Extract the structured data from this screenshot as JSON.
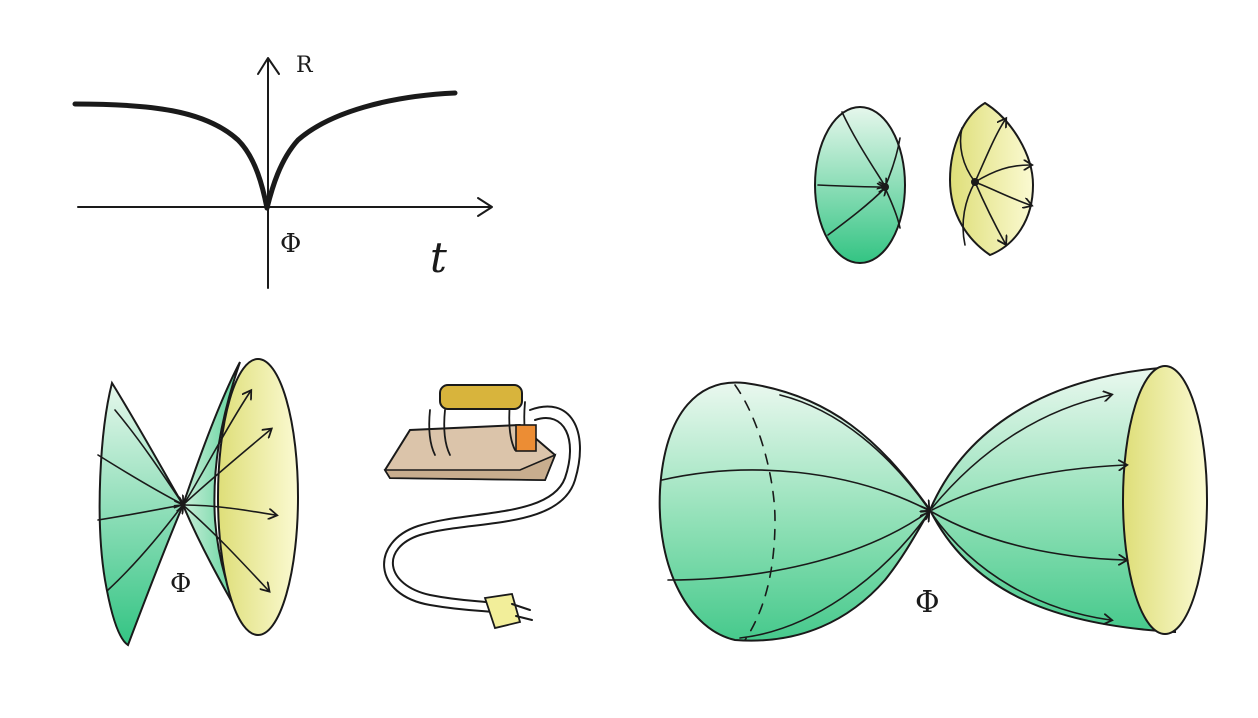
{
  "graph": {
    "y_label": "R",
    "x_label": "t",
    "singularity_label": "Φ"
  },
  "bicone_label": "Φ",
  "surface_label": "Φ",
  "colors": {
    "green_light": "#dff5e8",
    "green_dark": "#33c483",
    "yellow_light": "#fbfad2",
    "yellow_dark": "#dede78",
    "iron_handle": "#d8b43c",
    "iron_base": "#dbc4aa",
    "iron_knob": "#ec8d34",
    "ink": "#1a1a1a"
  },
  "icons": [
    "iron-icon",
    "plug-icon"
  ]
}
